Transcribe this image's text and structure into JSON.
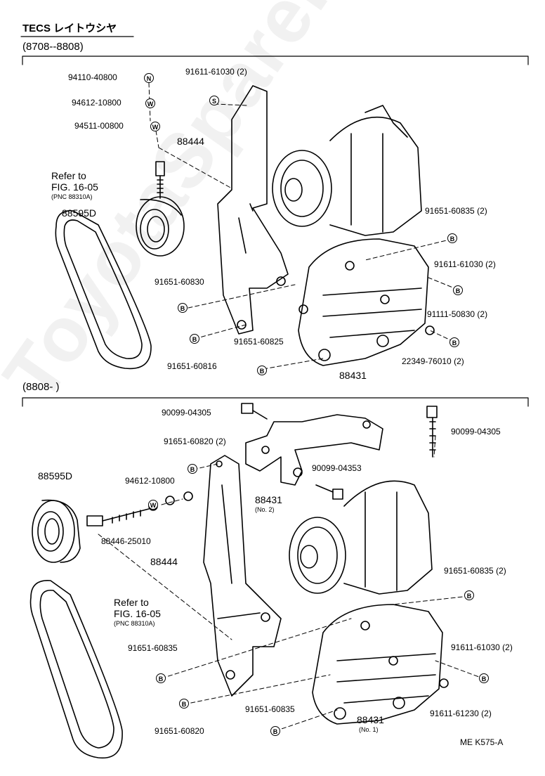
{
  "header": {
    "title": "TECS レイトウシヤ"
  },
  "section1": {
    "range": "(8708--8808)",
    "labels": {
      "nut": "94110-40800",
      "washer_a": "94612-10800",
      "washer_b": "94511-00800",
      "stud_top": "91611-61030 (2)",
      "bracket": "88444",
      "refer": "Refer to",
      "refer_fig": "FIG. 16-05",
      "refer_pnc": "(PNC 88310A)",
      "idler": "88595D",
      "b_835": "91651-60835 (2)",
      "s_1030": "91611-61030 (2)",
      "b_830": "91651-60830",
      "b_830_2": "91111-50830 (2)",
      "b_825": "91651-60825",
      "b_816": "91651-60816",
      "washer_760": "22349-76010 (2)",
      "bracket_main": "88431"
    }
  },
  "section2": {
    "range": "(8808-        )",
    "labels": {
      "bolt_a": "90099-04305",
      "bolt_b": "90099-04305",
      "b_820_2": "91651-60820 (2)",
      "idler": "88595D",
      "washer": "94612-10800",
      "bolt_c": "90099-04353",
      "bracket_no2": "88431",
      "no2": "(No. 2)",
      "bolt_long": "88446-25010",
      "bracket": "88444",
      "b_835_2": "91651-60835 (2)",
      "refer": "Refer to",
      "refer_fig": "FIG. 16-05",
      "refer_pnc": "(PNC 88310A)",
      "b_835_left": "91651-60835",
      "s_1030": "91611-61030 (2)",
      "b_835_mid": "91651-60835",
      "s_1230": "91611-61230 (2)",
      "b_820": "91651-60820",
      "bracket_no1": "88431",
      "no1": "(No. 1)"
    }
  },
  "footer": {
    "code": "ME  K575-A"
  },
  "watermark": "ToyotaSpareParts.ru",
  "symbols": {
    "nut": "N",
    "washer": "W",
    "bolt": "B",
    "stud": "S"
  }
}
